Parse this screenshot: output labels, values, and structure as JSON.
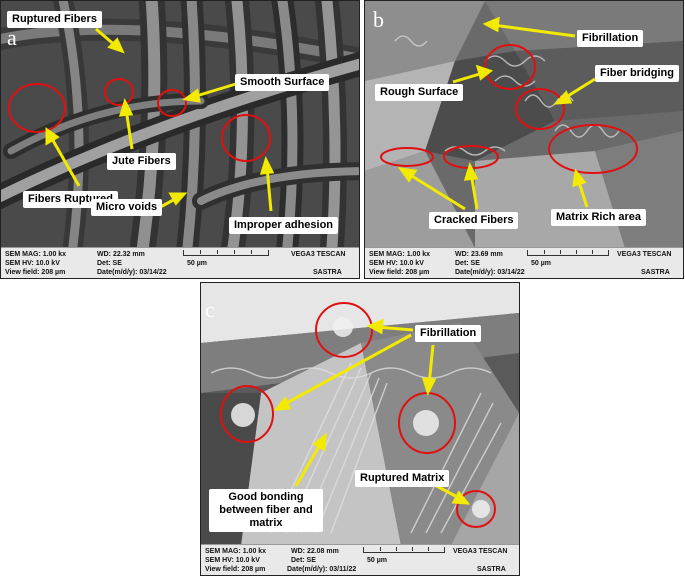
{
  "colors": {
    "circle": "#e01010",
    "arrow": "#f2ea00",
    "label_bg": "#ffffff"
  },
  "panels": [
    {
      "letter": "a",
      "labels": {
        "ruptured_fibers": "Ruptured Fibers",
        "smooth_surface": "Smooth Surface",
        "jute_fibers": "Jute Fibers",
        "fibers_ruptured": "Fibers Ruptured",
        "micro_voids": "Micro voids",
        "improper_adhesion": "Improper adhesion"
      },
      "info": {
        "mag": "SEM MAG: 1.00 kx",
        "wd": "WD: 22.32 mm",
        "hv": "SEM HV: 10.0 kV",
        "det": "Det: SE",
        "scale": "50 µm",
        "vf": "View field: 208 µm",
        "date": "Date(m/d/y): 03/14/22",
        "brand": "VEGA3 TESCAN",
        "org": "SASTRA"
      }
    },
    {
      "letter": "b",
      "labels": {
        "fibrillation": "Fibrillation",
        "rough_surface": "Rough Surface",
        "fiber_bridging": "Fiber bridging",
        "cracked_fibers": "Cracked Fibers",
        "matrix_rich_area": "Matrix Rich area"
      },
      "info": {
        "mag": "SEM MAG: 1.00 kx",
        "wd": "WD: 23.69 mm",
        "hv": "SEM HV: 10.0 kV",
        "det": "Det: SE",
        "scale": "50 µm",
        "vf": "View field: 208 µm",
        "date": "Date(m/d/y): 03/14/22",
        "brand": "VEGA3 TESCAN",
        "org": "SASTRA"
      }
    },
    {
      "letter": "c",
      "labels": {
        "fibrillation": "Fibrillation",
        "good_bonding": "Good bonding between fiber and matrix",
        "ruptured_matrix": "Ruptured Matrix"
      },
      "info": {
        "mag": "SEM MAG: 1.00 kx",
        "wd": "WD: 22.08 mm",
        "hv": "SEM HV: 10.0 kV",
        "det": "Det: SE",
        "scale": "50 µm",
        "vf": "View field: 208 µm",
        "date": "Date(m/d/y): 03/11/22",
        "brand": "VEGA3 TESCAN",
        "org": "SASTRA"
      }
    }
  ]
}
